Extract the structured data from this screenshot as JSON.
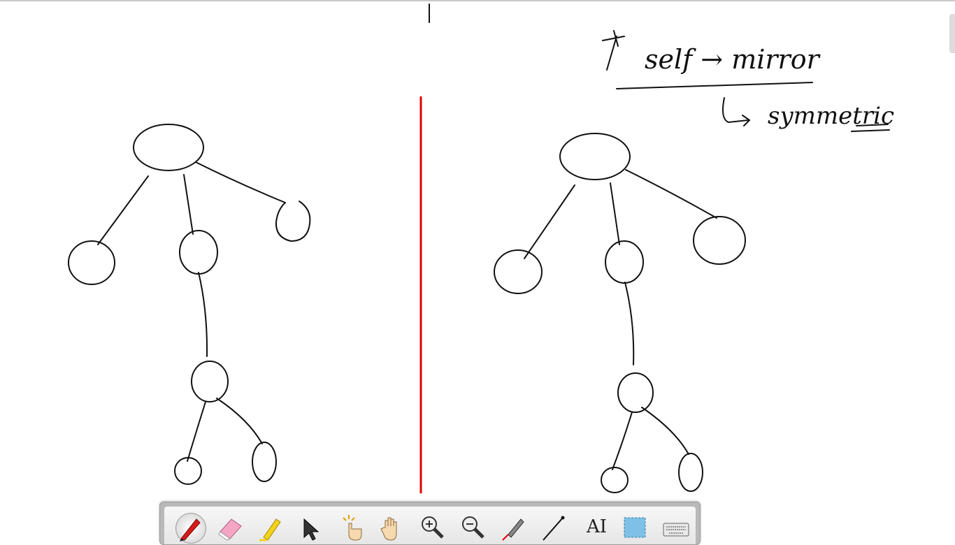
{
  "notes": {
    "line1": "self → mirror",
    "line2": "symmetric"
  },
  "toolbar": {
    "tools": [
      {
        "id": "pen",
        "icon": "pen-icon",
        "active": true
      },
      {
        "id": "eraser",
        "icon": "eraser-icon"
      },
      {
        "id": "highlighter",
        "icon": "highlighter-icon"
      },
      {
        "id": "select",
        "icon": "pointer-arrow-icon"
      },
      {
        "id": "click-select",
        "icon": "hand-click-icon"
      },
      {
        "id": "pan",
        "icon": "hand-pan-icon"
      },
      {
        "id": "zoom-in",
        "icon": "zoom-in-icon"
      },
      {
        "id": "zoom-out",
        "icon": "zoom-out-icon"
      },
      {
        "id": "laser",
        "icon": "laser-pointer-icon"
      },
      {
        "id": "line",
        "icon": "line-tool-icon"
      },
      {
        "id": "text",
        "icon": "text-tool-icon",
        "label": "AI"
      },
      {
        "id": "screen-capture",
        "icon": "screen-capture-icon"
      },
      {
        "id": "keyboard",
        "icon": "keyboard-icon"
      }
    ]
  },
  "colors": {
    "ink": "#111111",
    "divider": "#e00000"
  }
}
